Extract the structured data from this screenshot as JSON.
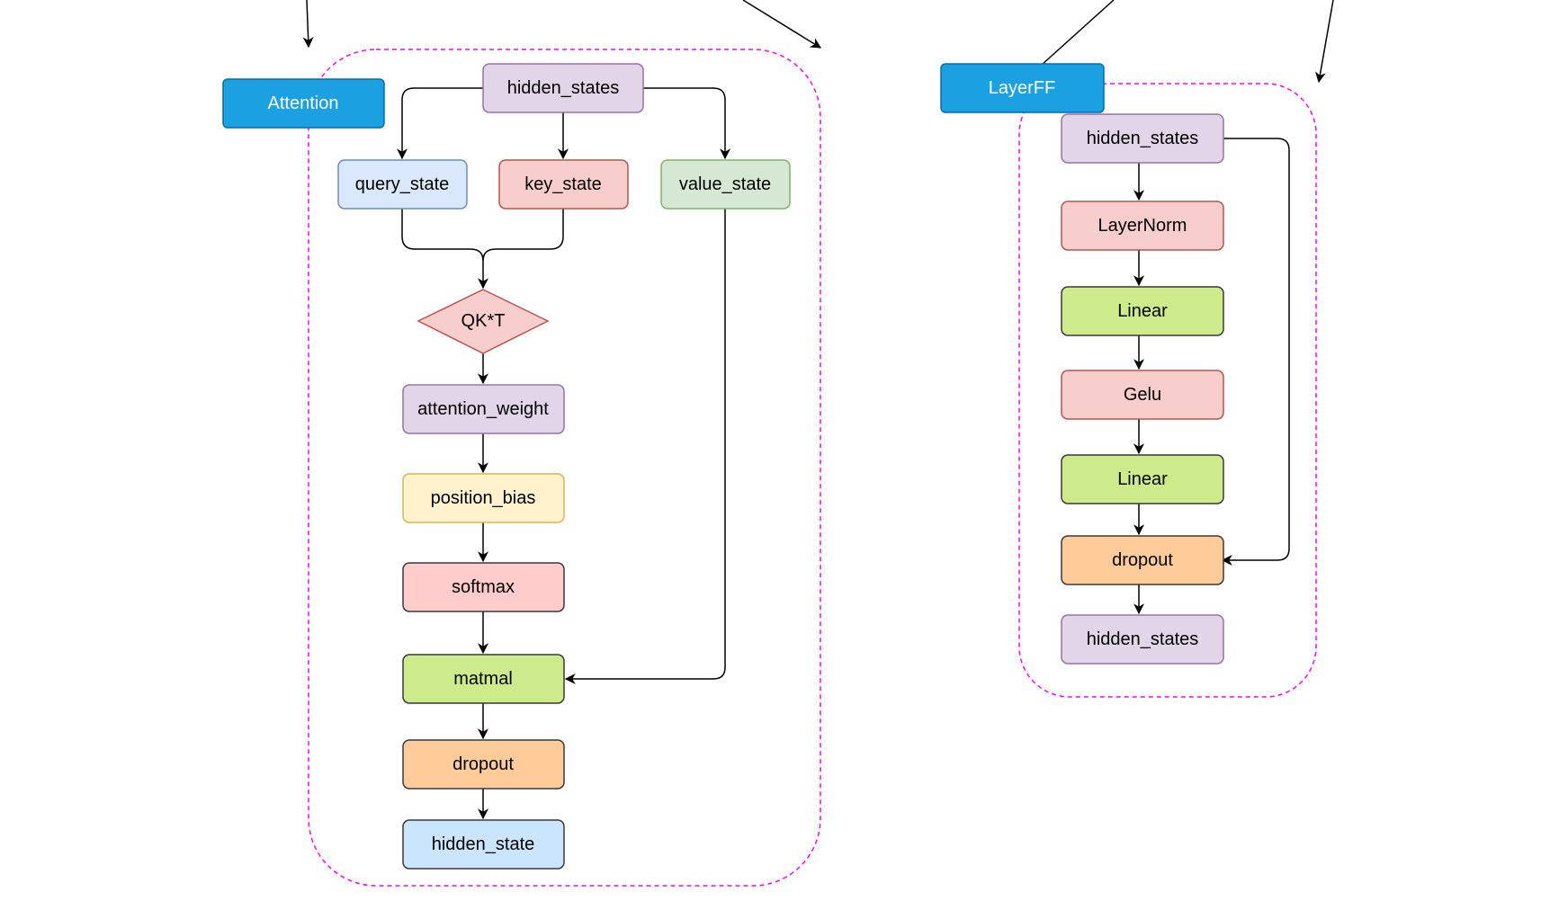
{
  "attention": {
    "label": "Attention",
    "nodes": {
      "hidden_states": "hidden_states",
      "query_state": "query_state",
      "key_state": "key_state",
      "value_state": "value_state",
      "qkt": "QK*T",
      "attention_weight": "attention_weight",
      "position_bias": "position_bias",
      "softmax": "softmax",
      "matmal": "matmal",
      "dropout": "dropout",
      "hidden_state": "hidden_state"
    }
  },
  "layerff": {
    "label": "LayerFF",
    "nodes": {
      "hidden_states_in": "hidden_states",
      "layernorm": "LayerNorm",
      "linear1": "Linear",
      "gelu": "Gelu",
      "linear2": "Linear",
      "dropout": "dropout",
      "hidden_states_out": "hidden_states"
    }
  },
  "colors": {
    "group_border": "#ff00ff",
    "label_fill": "#1ba1e2",
    "label_stroke": "#006eaf",
    "purple_fill": "#e1d5e7",
    "purple_stroke": "#9673a6",
    "blue_fill": "#dae8fc",
    "blue_stroke": "#6c8ebf",
    "red_fill": "#f8cecc",
    "red_stroke": "#b85450",
    "green_fill": "#d5e8d4",
    "green_stroke": "#82b366",
    "yellow_fill": "#fff2cc",
    "yellow_stroke": "#d6b656",
    "pink_fill": "#ffcccc",
    "dark_stroke": "#36393d",
    "lime_fill": "#cdeb8b",
    "orange_fill": "#ffcc99",
    "lightblue_fill": "#cce5ff"
  }
}
